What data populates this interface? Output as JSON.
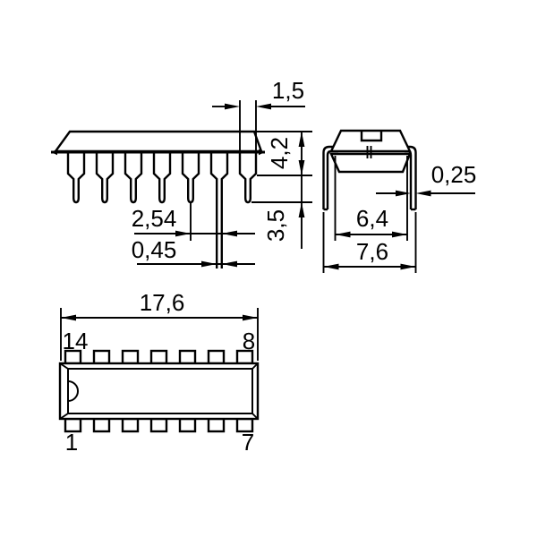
{
  "colors": {
    "line": "#000000",
    "background": "#ffffff"
  },
  "side_view": {
    "dims": {
      "lead_width": "1,5",
      "body_height": "4,2",
      "pin_pitch": "2,54",
      "lead_thickness": "0,45",
      "lead_length": "3,5"
    }
  },
  "end_view": {
    "dims": {
      "lead_thickness": "0,25",
      "body_width": "6,4",
      "lead_span": "7,6"
    }
  },
  "top_view": {
    "dims": {
      "body_length": "17,6"
    },
    "pin_labels": {
      "top_left": "14",
      "top_right": "8",
      "bottom_left": "1",
      "bottom_right": "7"
    }
  }
}
